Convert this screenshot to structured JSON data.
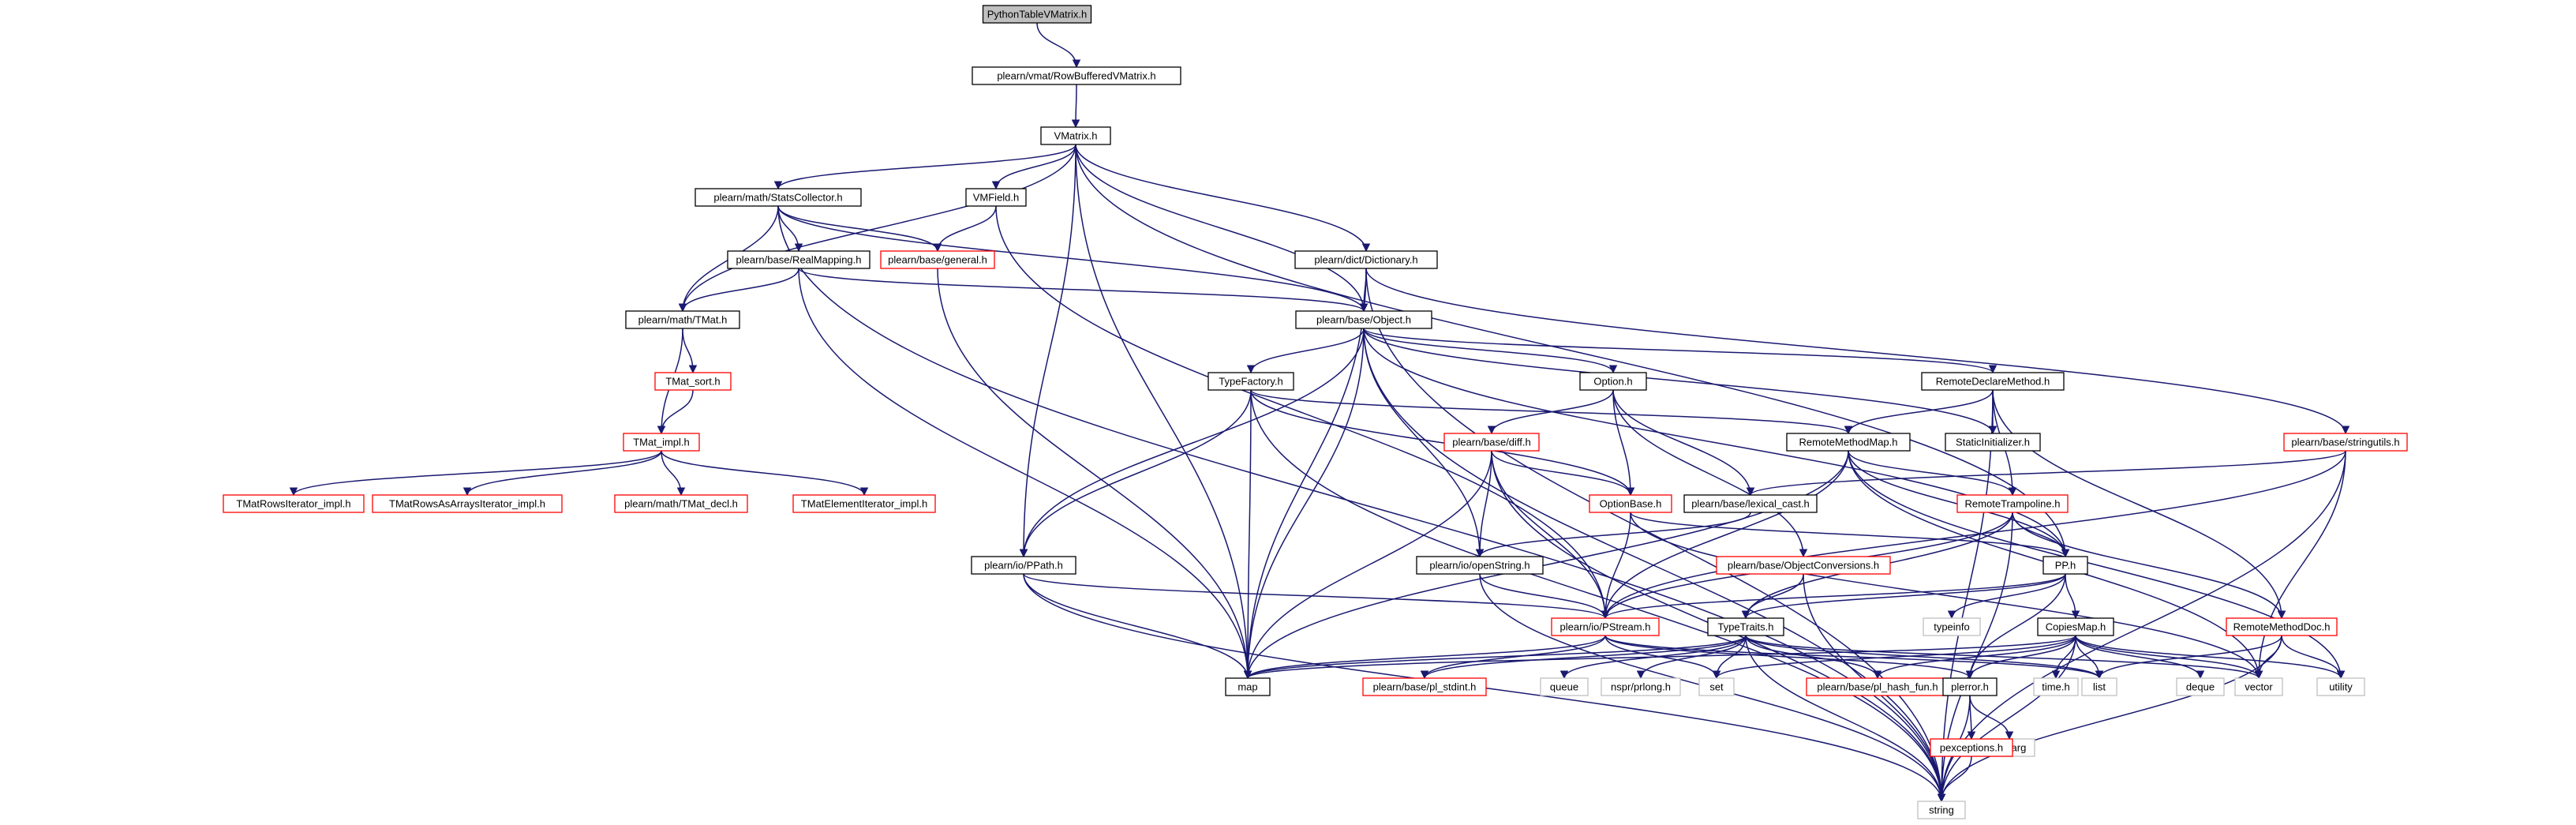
{
  "colors": {
    "edge": "#191970",
    "normal_border": "#000000",
    "truncated_border": "#ff0000",
    "external_border": "#bfbfbf",
    "root_fill": "#bfbfbf",
    "text": "#000000"
  },
  "nodes": [
    {
      "id": "pytvm",
      "label": "PythonTableVMatrix.h",
      "style": "root"
    },
    {
      "id": "rowbuf",
      "label": "plearn/vmat/RowBufferedVMatrix.h",
      "style": "normal"
    },
    {
      "id": "vmatrix",
      "label": "VMatrix.h",
      "style": "normal"
    },
    {
      "id": "stats",
      "label": "plearn/math/StatsCollector.h",
      "style": "normal"
    },
    {
      "id": "vmfield",
      "label": "VMField.h",
      "style": "normal"
    },
    {
      "id": "realmap",
      "label": "plearn/base/RealMapping.h",
      "style": "normal"
    },
    {
      "id": "general",
      "label": "plearn/base/general.h",
      "style": "truncated"
    },
    {
      "id": "dict",
      "label": "plearn/dict/Dictionary.h",
      "style": "normal"
    },
    {
      "id": "tmat",
      "label": "plearn/math/TMat.h",
      "style": "normal"
    },
    {
      "id": "object",
      "label": "plearn/base/Object.h",
      "style": "normal"
    },
    {
      "id": "tmatsort",
      "label": "TMat_sort.h",
      "style": "truncated"
    },
    {
      "id": "typefactory",
      "label": "TypeFactory.h",
      "style": "normal"
    },
    {
      "id": "option",
      "label": "Option.h",
      "style": "normal"
    },
    {
      "id": "rdm",
      "label": "RemoteDeclareMethod.h",
      "style": "normal"
    },
    {
      "id": "tmatimpl",
      "label": "TMat_impl.h",
      "style": "truncated"
    },
    {
      "id": "diff",
      "label": "plearn/base/diff.h",
      "style": "truncated"
    },
    {
      "id": "rmm",
      "label": "RemoteMethodMap.h",
      "style": "normal"
    },
    {
      "id": "staticinit",
      "label": "StaticInitializer.h",
      "style": "normal"
    },
    {
      "id": "stringutils",
      "label": "plearn/base/stringutils.h",
      "style": "truncated"
    },
    {
      "id": "tmatrows",
      "label": "TMatRowsIterator_impl.h",
      "style": "truncated"
    },
    {
      "id": "tmatrowsarr",
      "label": "TMatRowsAsArraysIterator_impl.h",
      "style": "truncated"
    },
    {
      "id": "tmatdecl",
      "label": "plearn/math/TMat_decl.h",
      "style": "truncated"
    },
    {
      "id": "tmatelem",
      "label": "TMatElementIterator_impl.h",
      "style": "truncated"
    },
    {
      "id": "optionbase",
      "label": "OptionBase.h",
      "style": "truncated"
    },
    {
      "id": "lexcast",
      "label": "plearn/base/lexical_cast.h",
      "style": "normal"
    },
    {
      "id": "rtramp",
      "label": "RemoteTrampoline.h",
      "style": "truncated"
    },
    {
      "id": "ppath",
      "label": "plearn/io/PPath.h",
      "style": "normal"
    },
    {
      "id": "openstring",
      "label": "plearn/io/openString.h",
      "style": "normal"
    },
    {
      "id": "objconv",
      "label": "plearn/base/ObjectConversions.h",
      "style": "truncated"
    },
    {
      "id": "pp",
      "label": "PP.h",
      "style": "normal"
    },
    {
      "id": "pstream",
      "label": "plearn/io/PStream.h",
      "style": "truncated"
    },
    {
      "id": "typetraits",
      "label": "TypeTraits.h",
      "style": "normal"
    },
    {
      "id": "typeinfo",
      "label": "typeinfo",
      "style": "external"
    },
    {
      "id": "copiesmap",
      "label": "CopiesMap.h",
      "style": "normal"
    },
    {
      "id": "remotemethoddoc",
      "label": "RemoteMethodDoc.h",
      "style": "truncated"
    },
    {
      "id": "map",
      "label": "map",
      "style": "normal"
    },
    {
      "id": "plstdint",
      "label": "plearn/base/pl_stdint.h",
      "style": "truncated"
    },
    {
      "id": "queue",
      "label": "queue",
      "style": "external"
    },
    {
      "id": "nsprlong",
      "label": "nspr/prlong.h",
      "style": "external"
    },
    {
      "id": "set",
      "label": "set",
      "style": "external"
    },
    {
      "id": "plhash",
      "label": "plearn/base/pl_hash_fun.h",
      "style": "truncated"
    },
    {
      "id": "plerror",
      "label": "plerror.h",
      "style": "normal"
    },
    {
      "id": "timeh",
      "label": "time.h",
      "style": "external"
    },
    {
      "id": "list",
      "label": "list",
      "style": "external"
    },
    {
      "id": "deque",
      "label": "deque",
      "style": "external"
    },
    {
      "id": "vector",
      "label": "vector",
      "style": "external"
    },
    {
      "id": "utility",
      "label": "utility",
      "style": "external"
    },
    {
      "id": "cstdarg",
      "label": "cstdarg",
      "style": "external"
    },
    {
      "id": "pexceptions",
      "label": "pexceptions.h",
      "style": "truncated"
    },
    {
      "id": "string",
      "label": "string",
      "style": "external"
    }
  ],
  "edges": [
    [
      "pytvm",
      "rowbuf"
    ],
    [
      "rowbuf",
      "vmatrix"
    ],
    [
      "vmatrix",
      "stats"
    ],
    [
      "vmatrix",
      "vmfield"
    ],
    [
      "vmatrix",
      "dict"
    ],
    [
      "vmatrix",
      "tmat"
    ],
    [
      "vmatrix",
      "object"
    ],
    [
      "vmatrix",
      "ppath"
    ],
    [
      "vmatrix",
      "map"
    ],
    [
      "vmatrix",
      "pp"
    ],
    [
      "stats",
      "realmap"
    ],
    [
      "stats",
      "general"
    ],
    [
      "stats",
      "tmat"
    ],
    [
      "stats",
      "object"
    ],
    [
      "stats",
      "string"
    ],
    [
      "vmfield",
      "general"
    ],
    [
      "vmfield",
      "pstream"
    ],
    [
      "realmap",
      "tmat"
    ],
    [
      "realmap",
      "object"
    ],
    [
      "realmap",
      "map"
    ],
    [
      "general",
      "map"
    ],
    [
      "dict",
      "object"
    ],
    [
      "dict",
      "stringutils"
    ],
    [
      "dict",
      "map"
    ],
    [
      "dict",
      "string"
    ],
    [
      "tmat",
      "tmatsort"
    ],
    [
      "tmat",
      "tmatimpl"
    ],
    [
      "tmatsort",
      "tmatimpl"
    ],
    [
      "tmatimpl",
      "tmatrows"
    ],
    [
      "tmatimpl",
      "tmatrowsarr"
    ],
    [
      "tmatimpl",
      "tmatdecl"
    ],
    [
      "tmatimpl",
      "tmatelem"
    ],
    [
      "object",
      "typefactory"
    ],
    [
      "object",
      "option"
    ],
    [
      "object",
      "rdm"
    ],
    [
      "object",
      "staticinit"
    ],
    [
      "object",
      "pp"
    ],
    [
      "object",
      "ppath"
    ],
    [
      "object",
      "openstring"
    ],
    [
      "object",
      "map"
    ],
    [
      "object",
      "string"
    ],
    [
      "typefactory",
      "rmm"
    ],
    [
      "typefactory",
      "optionbase"
    ],
    [
      "typefactory",
      "ppath"
    ],
    [
      "typefactory",
      "map"
    ],
    [
      "typefactory",
      "string"
    ],
    [
      "option",
      "diff"
    ],
    [
      "option",
      "optionbase"
    ],
    [
      "option",
      "lexcast"
    ],
    [
      "option",
      "objconv"
    ],
    [
      "rdm",
      "rmm"
    ],
    [
      "rdm",
      "staticinit"
    ],
    [
      "rdm",
      "rtramp"
    ],
    [
      "rdm",
      "remotemethoddoc"
    ],
    [
      "rdm",
      "string"
    ],
    [
      "diff",
      "optionbase"
    ],
    [
      "diff",
      "openstring"
    ],
    [
      "diff",
      "pstream"
    ],
    [
      "diff",
      "map"
    ],
    [
      "diff",
      "string"
    ],
    [
      "rmm",
      "rtramp"
    ],
    [
      "rmm",
      "pp"
    ],
    [
      "rmm",
      "pstream"
    ],
    [
      "rmm",
      "vector"
    ],
    [
      "rmm",
      "utility"
    ],
    [
      "rmm",
      "map"
    ],
    [
      "stringutils",
      "lexcast"
    ],
    [
      "stringutils",
      "pstream"
    ],
    [
      "stringutils",
      "vector"
    ],
    [
      "stringutils",
      "string"
    ],
    [
      "optionbase",
      "pstream"
    ],
    [
      "optionbase",
      "pp"
    ],
    [
      "optionbase",
      "vector"
    ],
    [
      "lexcast",
      "openstring"
    ],
    [
      "rtramp",
      "pp"
    ],
    [
      "rtramp",
      "typetraits"
    ],
    [
      "rtramp",
      "pstream"
    ],
    [
      "rtramp",
      "remotemethoddoc"
    ],
    [
      "rtramp",
      "string"
    ],
    [
      "ppath",
      "pstream"
    ],
    [
      "ppath",
      "map"
    ],
    [
      "ppath",
      "string"
    ],
    [
      "openstring",
      "pstream"
    ],
    [
      "openstring",
      "string"
    ],
    [
      "objconv",
      "typetraits"
    ],
    [
      "objconv",
      "string"
    ],
    [
      "pp",
      "typetraits"
    ],
    [
      "pp",
      "typeinfo"
    ],
    [
      "pp",
      "copiesmap"
    ],
    [
      "pp",
      "plerror"
    ],
    [
      "pp",
      "pstream"
    ],
    [
      "pstream",
      "map"
    ],
    [
      "pstream",
      "plstdint"
    ],
    [
      "pstream",
      "set"
    ],
    [
      "pstream",
      "plerror"
    ],
    [
      "pstream",
      "list"
    ],
    [
      "typetraits",
      "map"
    ],
    [
      "typetraits",
      "plstdint"
    ],
    [
      "typetraits",
      "queue"
    ],
    [
      "typetraits",
      "nsprlong"
    ],
    [
      "typetraits",
      "set"
    ],
    [
      "typetraits",
      "plhash"
    ],
    [
      "typetraits",
      "list"
    ],
    [
      "typetraits",
      "vector"
    ],
    [
      "typetraits",
      "string"
    ],
    [
      "copiesmap",
      "map"
    ],
    [
      "copiesmap",
      "set"
    ],
    [
      "copiesmap",
      "plhash"
    ],
    [
      "copiesmap",
      "plerror"
    ],
    [
      "copiesmap",
      "timeh"
    ],
    [
      "copiesmap",
      "list"
    ],
    [
      "copiesmap",
      "deque"
    ],
    [
      "copiesmap",
      "vector"
    ],
    [
      "copiesmap",
      "utility"
    ],
    [
      "copiesmap",
      "string"
    ],
    [
      "remotemethoddoc",
      "list"
    ],
    [
      "remotemethoddoc",
      "vector"
    ],
    [
      "remotemethoddoc",
      "utility"
    ],
    [
      "remotemethoddoc",
      "string"
    ],
    [
      "plerror",
      "cstdarg"
    ],
    [
      "plerror",
      "pexceptions"
    ],
    [
      "plerror",
      "string"
    ],
    [
      "pexceptions",
      "string"
    ]
  ]
}
